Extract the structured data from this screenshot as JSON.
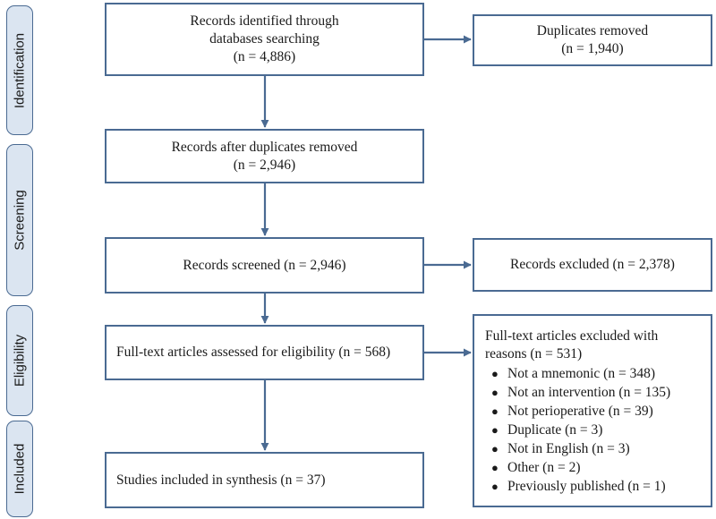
{
  "stages": {
    "identification": "Identification",
    "screening": "Screening",
    "eligibility": "Eligibility",
    "included": "Included"
  },
  "boxes": {
    "records_identified": {
      "line1": "Records identified through",
      "line2": "databases searching",
      "line3": "(n = 4,886)"
    },
    "duplicates_removed": {
      "line1": "Duplicates removed",
      "line2": "(n = 1,940)"
    },
    "records_after_duplicates": {
      "line1": "Records after duplicates removed",
      "line2": "(n = 2,946)"
    },
    "records_screened": "Records screened (n = 2,946)",
    "records_excluded": "Records excluded (n = 2,378)",
    "full_text_assessed": "Full-text articles assessed for eligibility (n = 568)",
    "full_text_excluded": {
      "heading1": "Full-text articles excluded with",
      "heading2": "reasons (n = 531)",
      "reasons": [
        "Not a mnemonic (n = 348)",
        "Not an intervention (n = 135)",
        "Not perioperative (n = 39)",
        "Duplicate (n = 3)",
        "Not in English (n = 3)",
        "Other (n = 2)",
        "Previously published (n = 1)"
      ]
    },
    "studies_included": "Studies included in synthesis (n = 37)"
  },
  "colors": {
    "border": "#4a6a92",
    "stage_fill": "#dbe5f1",
    "arrow": "#4a6a92"
  }
}
